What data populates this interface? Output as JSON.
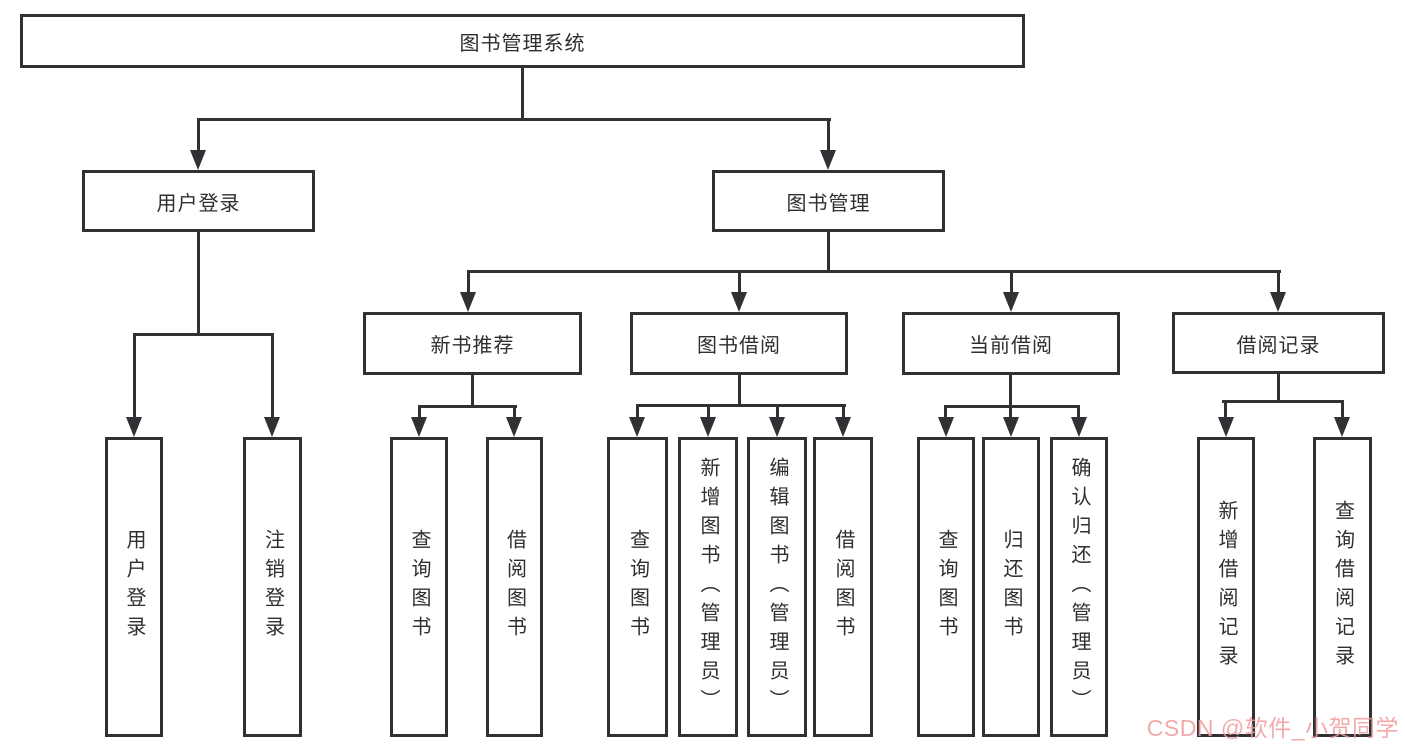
{
  "diagram": {
    "type": "hierarchy-tree",
    "root": {
      "label": "图书管理系统",
      "children": [
        {
          "label": "用户登录",
          "children": [
            {
              "label": "用户登录"
            },
            {
              "label": "注销登录"
            }
          ]
        },
        {
          "label": "图书管理",
          "children": [
            {
              "label": "新书推荐",
              "children": [
                {
                  "label": "查询图书"
                },
                {
                  "label": "借阅图书"
                }
              ]
            },
            {
              "label": "图书借阅",
              "children": [
                {
                  "label": "查询图书"
                },
                {
                  "label": "新增图书（管理员）"
                },
                {
                  "label": "编辑图书（管理员）"
                },
                {
                  "label": "借阅图书"
                }
              ]
            },
            {
              "label": "当前借阅",
              "children": [
                {
                  "label": "查询图书"
                },
                {
                  "label": "归还图书"
                },
                {
                  "label": "确认归还（管理员）"
                }
              ]
            },
            {
              "label": "借阅记录",
              "children": [
                {
                  "label": "新增借阅记录"
                },
                {
                  "label": "查询借阅记录"
                }
              ]
            }
          ]
        }
      ]
    },
    "line_color": "#2f3134"
  },
  "watermark": {
    "text": "CSDN @软件_小贺同学",
    "color": "#f09c9c"
  }
}
